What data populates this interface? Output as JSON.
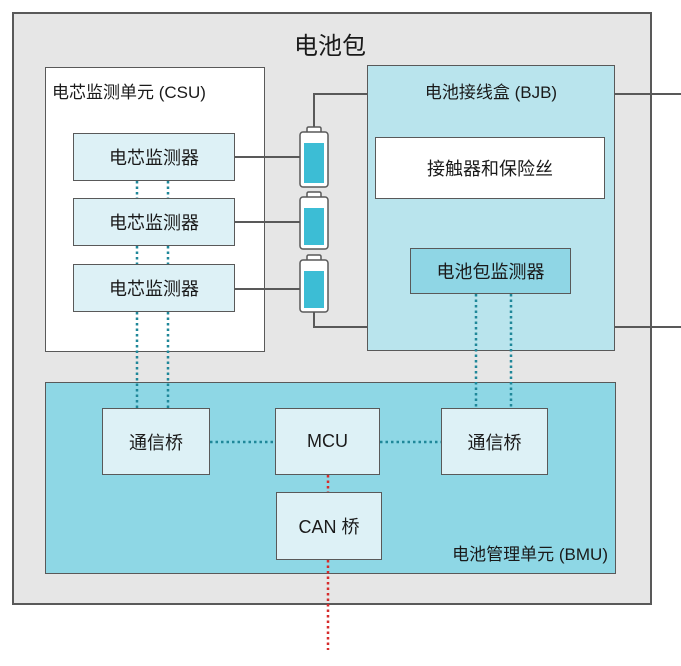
{
  "title": "电池包",
  "csu": {
    "title": "电芯监测单元 (CSU)",
    "monitors": [
      "电芯监测器",
      "电芯监测器",
      "电芯监测器"
    ]
  },
  "bjb": {
    "title": "电池接线盒 (BJB)",
    "contactor": "接触器和保险丝",
    "pack_monitor": "电池包监测器"
  },
  "bmu": {
    "title": "电池管理单元 (BMU)",
    "bridge_left": "通信桥",
    "mcu": "MCU",
    "bridge_right": "通信桥",
    "can_bridge": "CAN 桥"
  },
  "colors": {
    "frame": "#595959",
    "pack-bg": "#e6e6e6",
    "light": "#ddf1f6",
    "bjb": "#b9e4ed",
    "bmu": "#8ed7e5",
    "monitor": "#8fd6e5",
    "battery": "#3cbdd5",
    "dots": "#1f8799",
    "can": "#d62b2b"
  }
}
